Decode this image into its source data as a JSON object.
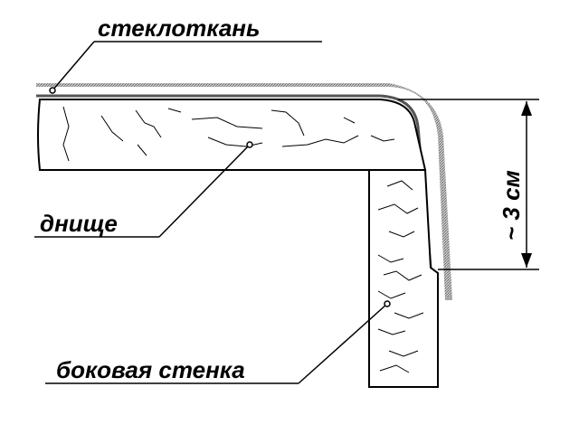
{
  "labels": {
    "fiberglass": "стеклоткань",
    "bottom": "днище",
    "side_wall": "боковая стенка",
    "dimension": "~ 3 см"
  },
  "colors": {
    "line": "#000000",
    "coating": "#9a9a9a",
    "background": "#ffffff"
  }
}
